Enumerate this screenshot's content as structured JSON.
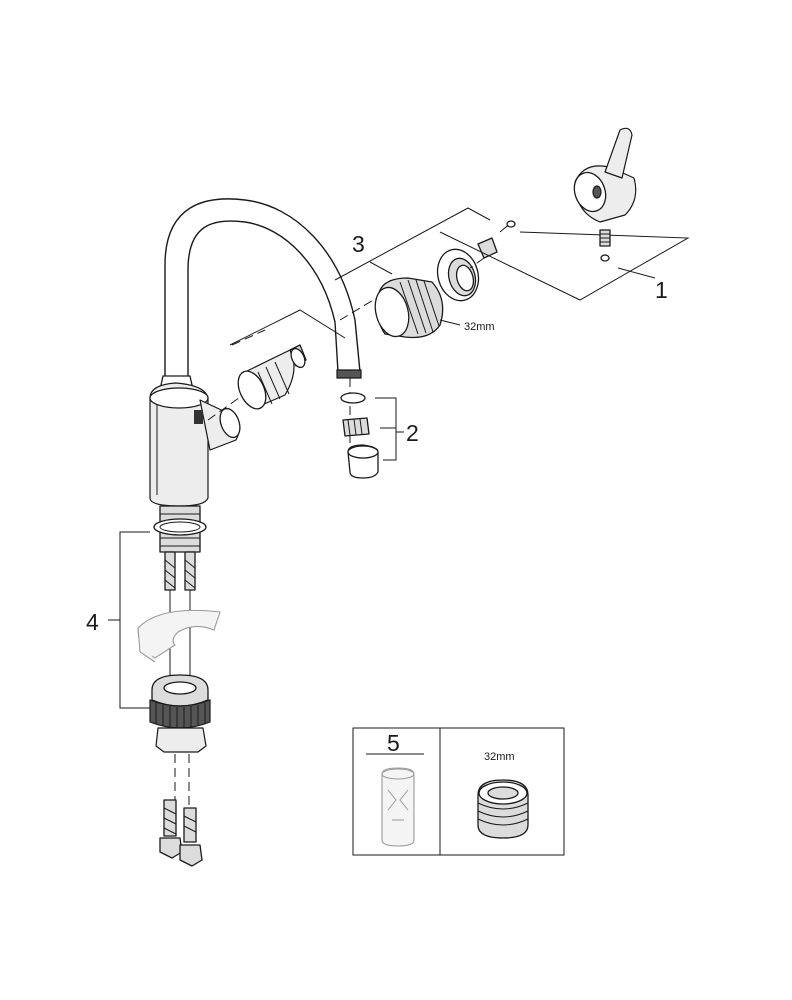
{
  "callouts": {
    "handle": "1",
    "aerator": "2",
    "spout": "3",
    "mounting": "4",
    "accessories": "5"
  },
  "dimensions": {
    "spout_nut": "32mm",
    "accessory_nut": "32mm"
  }
}
